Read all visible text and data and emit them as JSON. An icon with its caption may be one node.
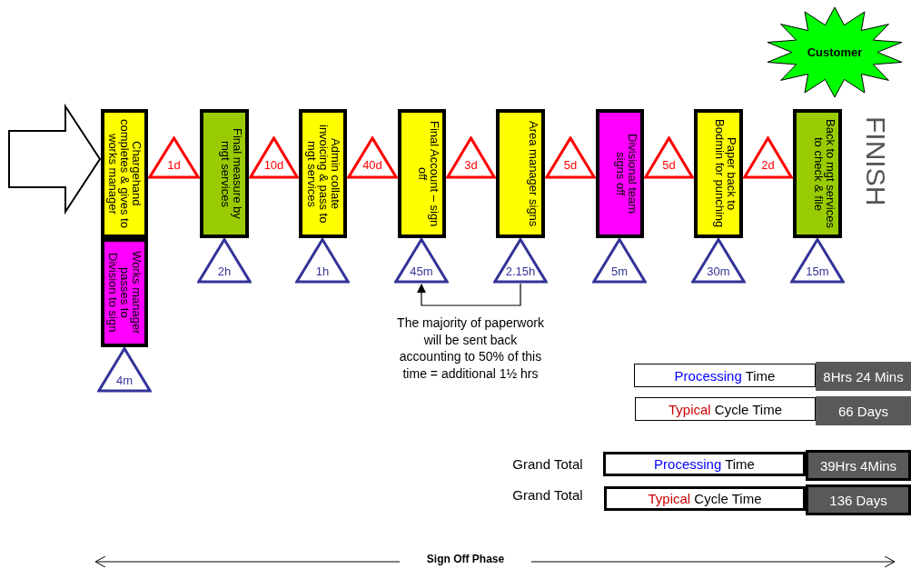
{
  "diagram": {
    "nodes": [
      {
        "text": [
          "Customer"
        ]
      },
      {
        "text": [
          "Chargehand completes & gives to works manager"
        ]
      },
      {
        "text": [
          "1d"
        ]
      },
      {
        "text": [
          "Final measure by mgt services"
        ]
      },
      {
        "text": [
          "10d"
        ]
      },
      {
        "text": [
          "Admin collate invoicing & pass to mgt services"
        ]
      },
      {
        "text": [
          "40d"
        ]
      },
      {
        "text": [
          "Final Account – sign off"
        ]
      },
      {
        "text": [
          "3d"
        ]
      },
      {
        "text": [
          "Area manager signs"
        ]
      },
      {
        "text": [
          "5d"
        ]
      },
      {
        "text": [
          "Divisional team signs off"
        ]
      },
      {
        "text": [
          "5d"
        ]
      },
      {
        "text": [
          "Paper back to Bodmin for punching"
        ]
      },
      {
        "text": [
          "2d"
        ]
      },
      {
        "text": [
          "Back to mgt services to check & file"
        ]
      },
      {
        "text": [
          "Works manager passes to Division to sign"
        ]
      },
      {
        "text": [
          "2h"
        ]
      },
      {
        "text": [
          "1h"
        ]
      },
      {
        "text": [
          "45m"
        ]
      },
      {
        "text": [
          "2.15h"
        ]
      },
      {
        "text": [
          "5m"
        ]
      },
      {
        "text": [
          "30m"
        ]
      },
      {
        "text": [
          "15m"
        ]
      },
      {
        "text": [
          "4m"
        ]
      },
      {
        "text": [
          "Processing Time"
        ]
      },
      {
        "text": [
          "8Hrs 24 Mins"
        ]
      },
      {
        "text": [
          "Typical Cycle Time"
        ]
      },
      {
        "text": [
          "66 Days"
        ]
      },
      {
        "text": [
          "Processing Time"
        ]
      },
      {
        "text": [
          "39Hrs 4Mins"
        ]
      },
      {
        "text": [
          "Typical Cycle Time"
        ]
      },
      {
        "text": [
          "136 Days"
        ]
      }
    ],
    "edges": [
      {
        "from": null,
        "to": 1,
        "arrow": "to",
        "style": "thick"
      },
      {
        "from": 20,
        "to": 19,
        "arrow": "to"
      }
    ],
    "labels": [
      "FINISH",
      "The majority of paperwork will be sent back accounting to 50% of this time = additional 1½ hrs",
      "Grand Total",
      "Grand Total",
      "Sign Off Phase"
    ]
  }
}
